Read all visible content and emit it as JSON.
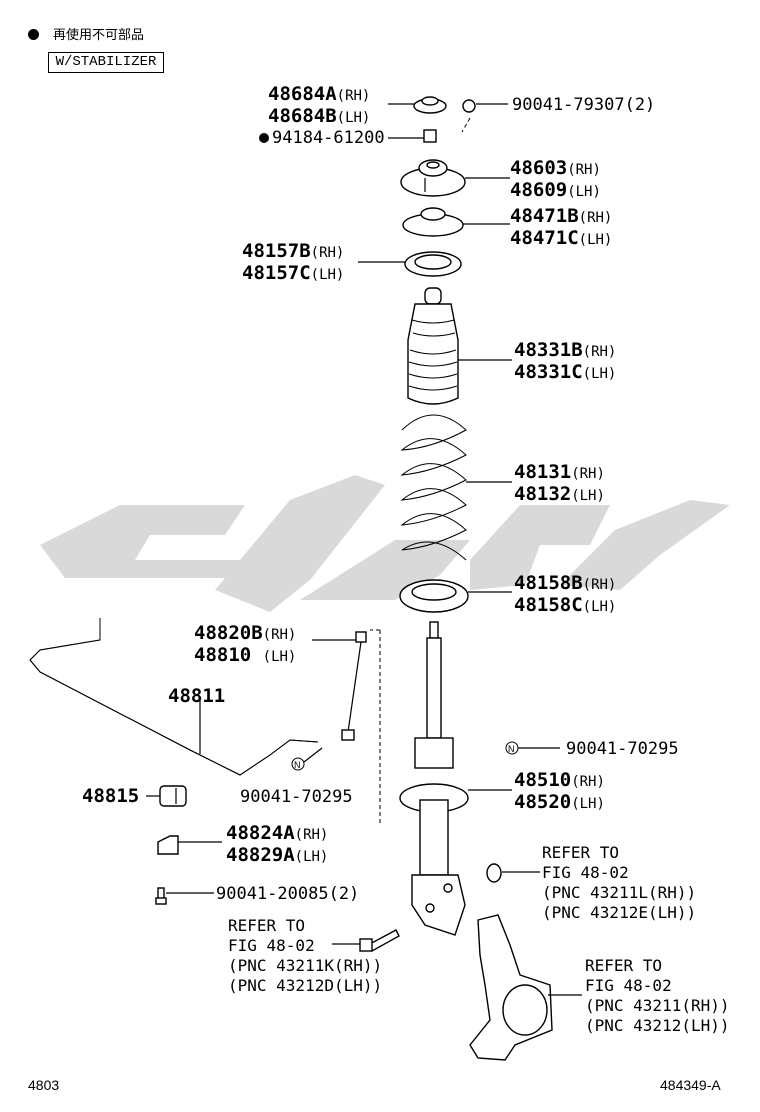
{
  "legend": {
    "text": "再使用不可部品"
  },
  "condition_box": "W/STABILIZER",
  "labels": {
    "p48684": "48684A(RH)\n48684B(LH)",
    "p90041_79307": "90041-79307(2)",
    "p94184": "94184-61200",
    "p48603": "48603(RH)\n48609(LH)",
    "p48471": "48471B(RH)\n48471C(LH)",
    "p48157": "48157B(RH)\n48157C(LH)",
    "p48331": "48331B(RH)\n48331C(LH)",
    "p48131": "48131(RH)\n48132(LH)",
    "p48158": "48158B(RH)\n48158C(LH)",
    "p48820": "48820B(RH)\n48810 (LH)",
    "p48811": "48811",
    "p90041_70295_a": "90041-70295",
    "p90041_70295_b": "90041-70295",
    "p48510": "48510(RH)\n48520(LH)",
    "p48815": "48815",
    "p48824": "48824A(RH)\n48829A(LH)",
    "p90041_20085": "90041-20085(2)",
    "ref_a": "REFER TO\nFIG 48-02\n(PNC 43211L(RH))\n(PNC 43212E(LH))",
    "ref_b": "REFER TO\nFIG 48-02\n(PNC 43211K(RH))\n(PNC 43212D(LH))",
    "ref_c": "REFER TO\nFIG 48-02\n(PNC 43211(RH))\n(PNC 43212(LH))"
  },
  "footer": {
    "left": "4803",
    "right": "484349-A"
  }
}
